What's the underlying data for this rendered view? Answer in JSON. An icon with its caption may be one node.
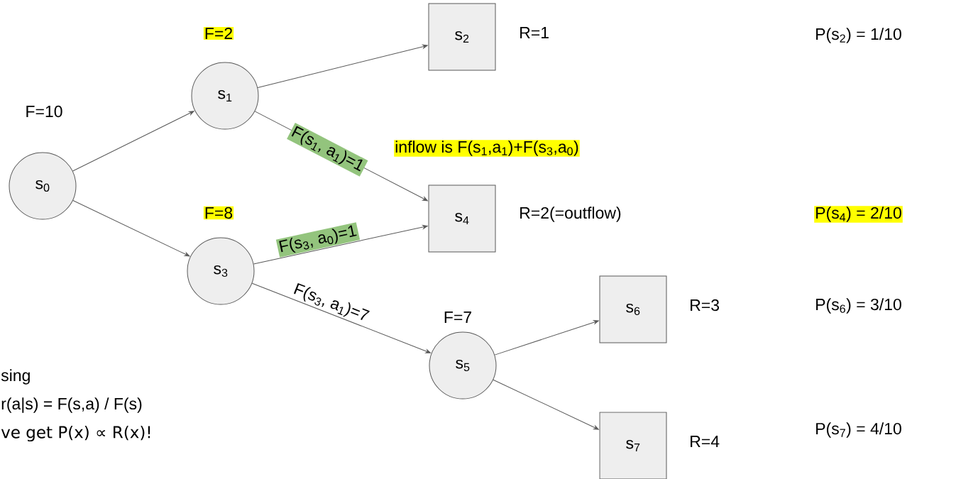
{
  "diagram": {
    "nodes": [
      {
        "text": [
          "s$_{0}$"
        ],
        "beside": [
          "F=10"
        ]
      },
      {
        "text": [
          "s$_{1}$"
        ],
        "beside": [
          "F=2"
        ]
      },
      {
        "text": [
          "s$_{2}$"
        ],
        "beside": [
          "R=1"
        ]
      },
      {
        "text": [
          "s$_{3}$"
        ],
        "beside": [
          "F=8"
        ]
      },
      {
        "text": [
          "s$_{4}$"
        ],
        "beside": [
          "R=2(=outflow)"
        ]
      },
      {
        "text": [
          "s$_{5}$"
        ],
        "beside": [
          "F=7"
        ]
      },
      {
        "text": [
          "s$_{6}$"
        ],
        "beside": [
          "R=3"
        ]
      },
      {
        "text": [
          "s$_{7}$"
        ],
        "beside": [
          "R=4"
        ]
      }
    ],
    "edges": [
      {
        "from": 0,
        "to": 1,
        "arrow": "to"
      },
      {
        "from": 0,
        "to": 3,
        "arrow": "to"
      },
      {
        "from": 1,
        "to": 2,
        "arrow": "to"
      },
      {
        "from": 1,
        "to": 4,
        "arrow": "to",
        "label": "F(s$_{1}$, a$_{1}$)=1"
      },
      {
        "from": 3,
        "to": 4,
        "arrow": "to",
        "label": "F(s$_{3}$, a$_{0}$)=1"
      },
      {
        "from": 3,
        "to": 5,
        "arrow": "to",
        "label": "F(s$_{3}$, a$_{1}$)=7"
      },
      {
        "from": 5,
        "to": 6,
        "arrow": "to"
      },
      {
        "from": 5,
        "to": 7,
        "arrow": "to"
      }
    ],
    "labels": [
      "P(s$_{2}$) = 1/10",
      "inflow is F(s$_{1}$,a$_{1}$)+F(s$_{3}$,a$_{0}$)",
      "P(s$_{4}$) = 2/10",
      "P(s$_{6}$) = 3/10",
      "sing",
      "r(a|s) = F(s,a) / F(s)",
      "P(s$_{7}$) = 4/10",
      "ve get  P(x) ∝ R(x)!"
    ]
  }
}
